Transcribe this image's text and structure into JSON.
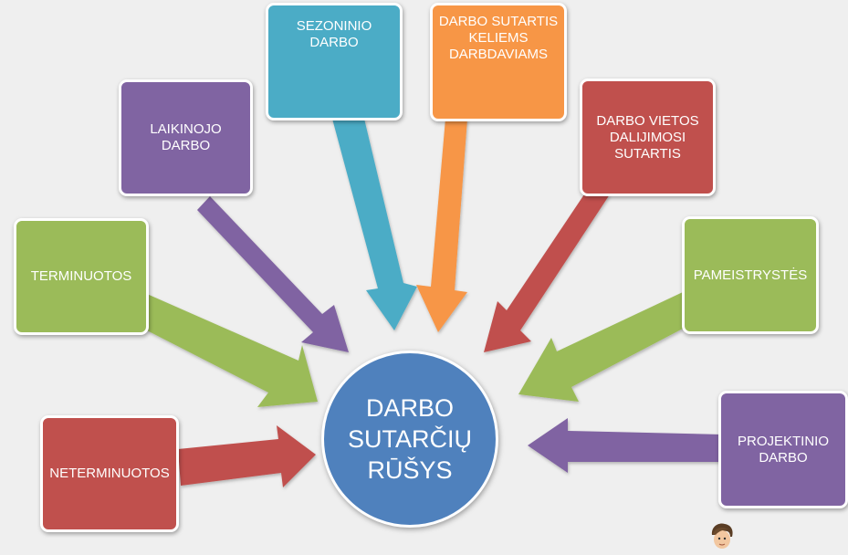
{
  "center": {
    "label": "DARBO\nSUTARČIŲ\nRŪŠYS",
    "color": "#4f81bd"
  },
  "colors": {
    "green": "#9bbb59",
    "purple": "#8064a2",
    "teal": "#4bacc6",
    "orange": "#f79646",
    "red": "#c0504d"
  },
  "types": [
    {
      "label": "NETERMINUOTOS",
      "color": "#c0504d"
    },
    {
      "label": "TERMINUOTOS",
      "color": "#9bbb59"
    },
    {
      "label": "LAIKINOJO\nDARBO",
      "color": "#8064a2"
    },
    {
      "label": "SEZONINIO\nDARBO",
      "color": "#4bacc6"
    },
    {
      "label": "DARBO SUTARTIS\nKELIEMS\nDARBDAVIAMS",
      "color": "#f79646"
    },
    {
      "label": "DARBO VIETOS\nDALIJIMOSI\nSUTARTIS",
      "color": "#c0504d"
    },
    {
      "label": "PAMEISTRYSTĖS",
      "color": "#9bbb59"
    },
    {
      "label": "PROJEKTINIO\nDARBO",
      "color": "#8064a2"
    }
  ],
  "mascot_icon": "cartoon-person-icon"
}
